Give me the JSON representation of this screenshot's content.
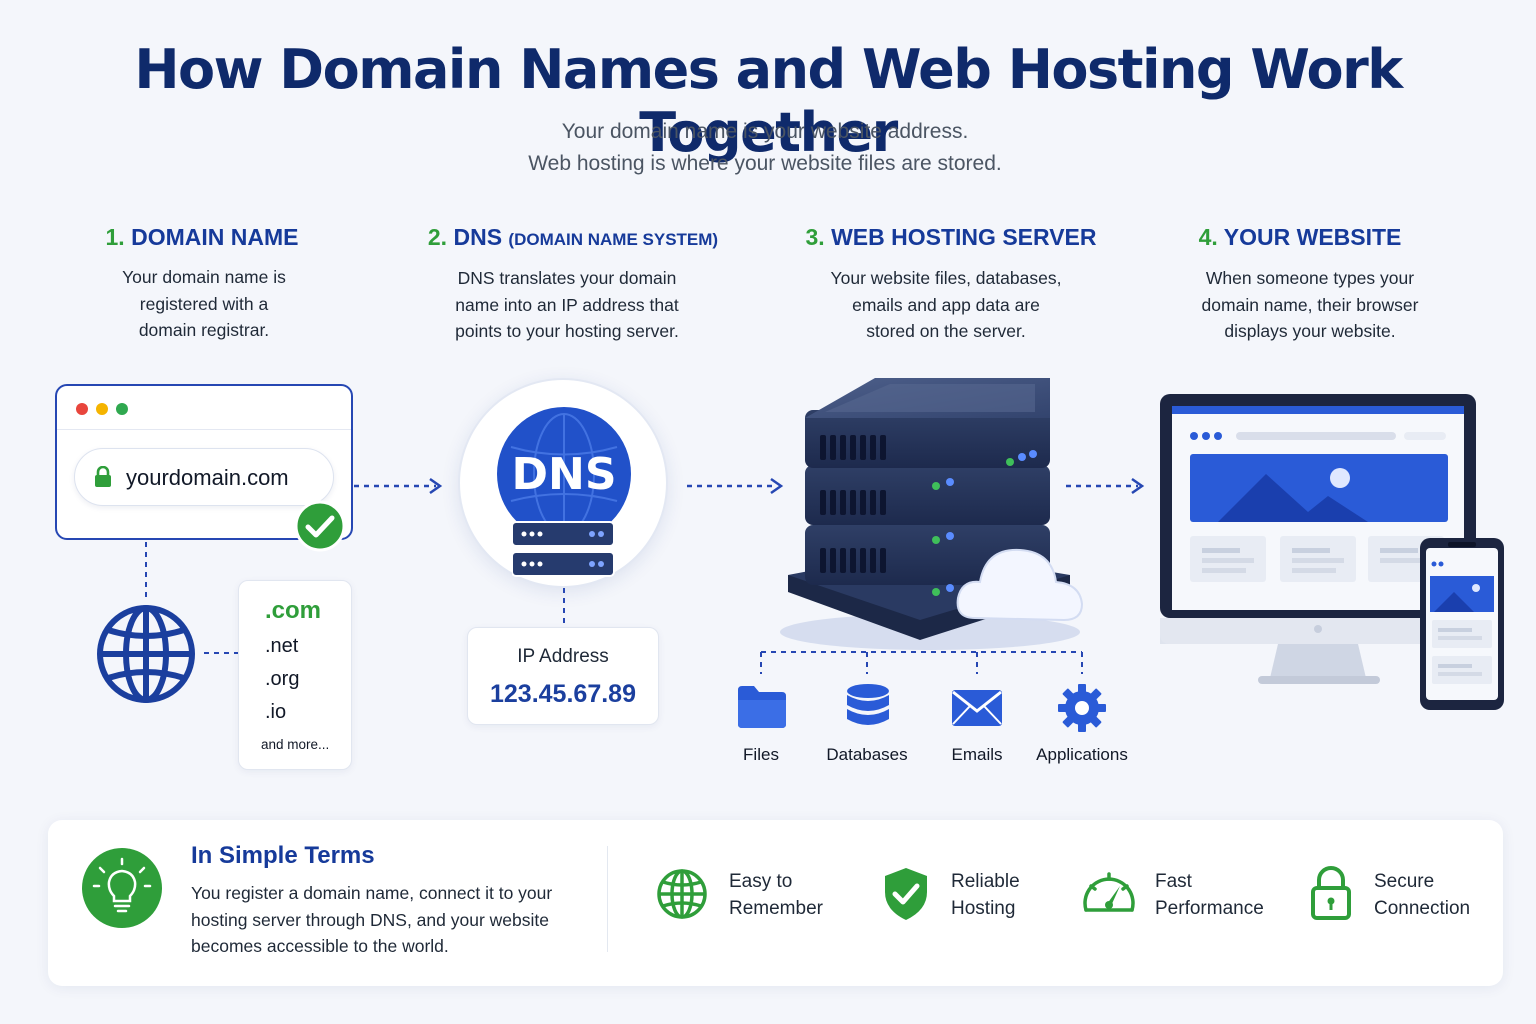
{
  "title": "How Domain Names and Web Hosting Work Together",
  "subtitle": {
    "line1": "Your domain name is your website address.",
    "line2": "Web hosting is where your website files are stored."
  },
  "steps": [
    {
      "num": "1.",
      "title": "DOMAIN NAME",
      "title_small": "",
      "desc": [
        "Your domain name is",
        "registered with a",
        "domain registrar."
      ]
    },
    {
      "num": "2.",
      "title": "DNS",
      "title_small": "(DOMAIN NAME SYSTEM)",
      "desc": [
        "DNS translates your domain",
        "name into an IP address that",
        "points to your hosting server."
      ]
    },
    {
      "num": "3.",
      "title": "WEB HOSTING SERVER",
      "title_small": "",
      "desc": [
        "Your website files, databases,",
        "emails and app data are",
        "stored on the server."
      ]
    },
    {
      "num": "4.",
      "title": "YOUR WEBSITE",
      "title_small": "",
      "desc": [
        "When someone types your",
        "domain name, their browser",
        "displays your website."
      ]
    }
  ],
  "browser": {
    "url": "yourdomain.com",
    "icons": [
      "lock-icon",
      "check-icon",
      "globe-icon"
    ]
  },
  "tlds": {
    "items": [
      ".com",
      ".net",
      ".org",
      ".io"
    ],
    "more": "and more..."
  },
  "dns": {
    "badge": "DNS",
    "ip_label": "IP Address",
    "ip_value": "123.45.67.89"
  },
  "resources": [
    {
      "label": "Files",
      "icon": "folder-icon"
    },
    {
      "label": "Databases",
      "icon": "database-icon"
    },
    {
      "label": "Emails",
      "icon": "envelope-icon"
    },
    {
      "label": "Applications",
      "icon": "gear-icon"
    }
  ],
  "summary": {
    "title": "In Simple Terms",
    "text": [
      "You register a domain name, connect it to your",
      "hosting server through DNS, and your website",
      "becomes accessible to the world."
    ],
    "icon": "lightbulb-icon"
  },
  "features": [
    {
      "line1": "Easy to",
      "line2": "Remember",
      "icon": "globe-icon"
    },
    {
      "line1": "Reliable",
      "line2": "Hosting",
      "icon": "shield-check-icon"
    },
    {
      "line1": "Fast",
      "line2": "Performance",
      "icon": "speedometer-icon"
    },
    {
      "line1": "Secure",
      "line2": "Connection",
      "icon": "padlock-icon"
    }
  ],
  "colors": {
    "navy": "#0f2a6b",
    "blue": "#1b3f9e",
    "green": "#2f9e3a",
    "accent_blue": "#2a5bd7"
  }
}
